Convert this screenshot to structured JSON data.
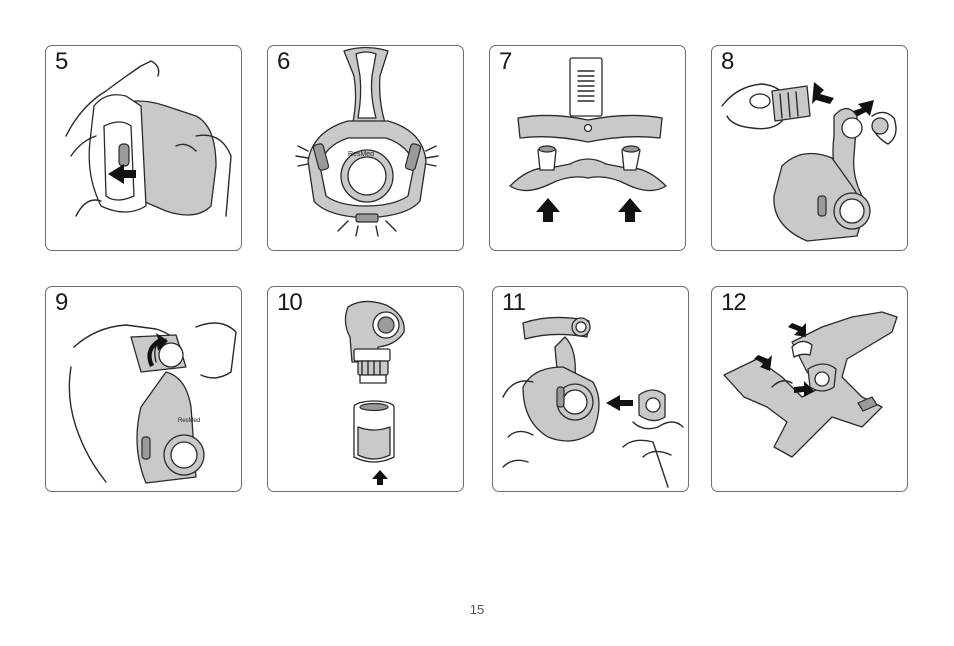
{
  "steps": [
    {
      "number": "5",
      "illustration": "hand-inserting-cushion"
    },
    {
      "number": "6",
      "illustration": "mask-frame-clips"
    },
    {
      "number": "7",
      "illustration": "headgear-connector-pillows"
    },
    {
      "number": "8",
      "illustration": "attaching-elbow"
    },
    {
      "number": "9",
      "illustration": "rotating-elbow"
    },
    {
      "number": "10",
      "illustration": "elbow-and-swivel"
    },
    {
      "number": "11",
      "illustration": "inserting-elbow-into-frame"
    },
    {
      "number": "12",
      "illustration": "headgear-assembly"
    }
  ],
  "brand_label": "ResMed",
  "page_number": "15"
}
